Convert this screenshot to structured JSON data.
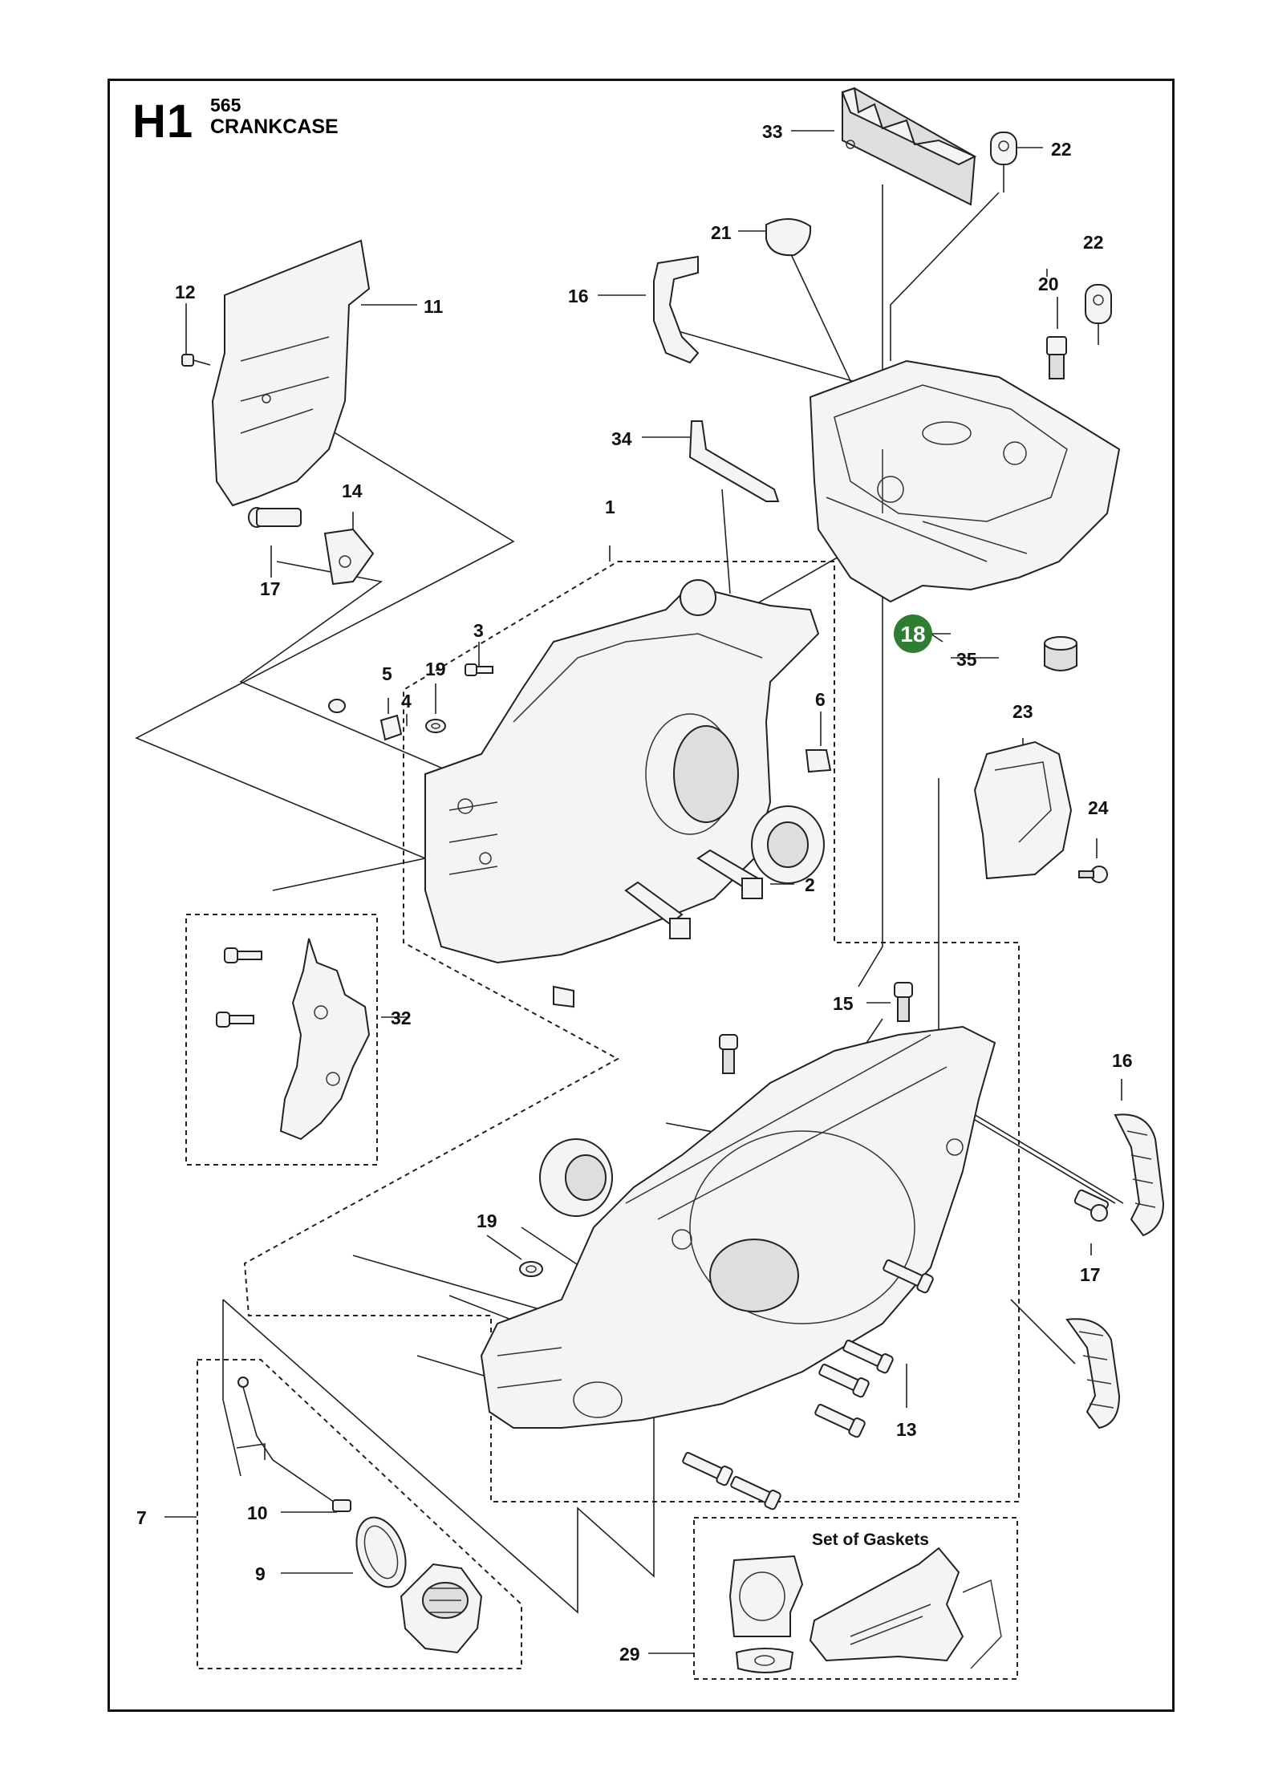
{
  "header": {
    "code": "H1",
    "model": "565",
    "title": "CRANKCASE"
  },
  "highlight": {
    "label": "18",
    "color": "#2e7d32"
  },
  "gasket_set": {
    "title": "Set of Gaskets"
  },
  "callouts": {
    "c33": "33",
    "c22a": "22",
    "c21": "21",
    "c16a": "16",
    "c22b": "22",
    "c20": "20",
    "c12": "12",
    "c11": "11",
    "c34": "34",
    "c14": "14",
    "c17a": "17",
    "c1": "1",
    "c35": "35",
    "c3": "3",
    "c5": "5",
    "c19a": "19",
    "c4": "4",
    "c6": "6",
    "c23": "23",
    "c24": "24",
    "c2": "2",
    "c32": "32",
    "c15": "15",
    "c16b": "16",
    "c19b": "19",
    "c17b": "17",
    "c13": "13",
    "c7": "7",
    "c10": "10",
    "c9": "9",
    "c29": "29"
  }
}
